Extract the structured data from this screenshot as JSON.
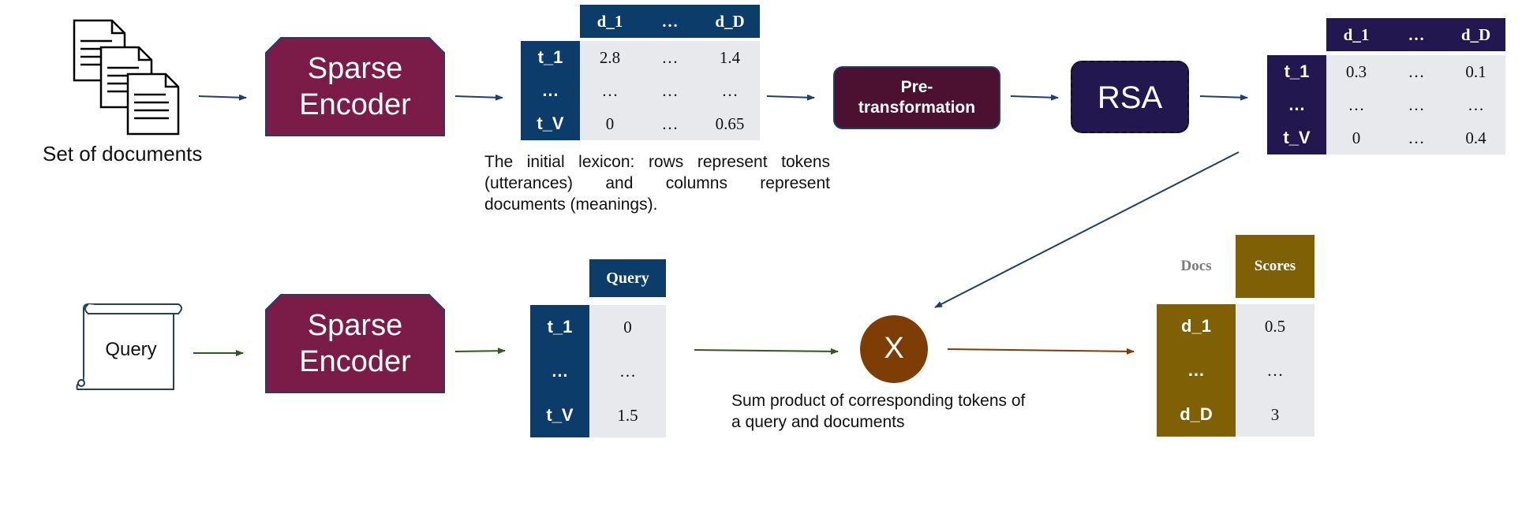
{
  "documents": {
    "label": "Set of documents",
    "icon": "documents-icon"
  },
  "sparse_encoder_top": {
    "label_line1": "Sparse",
    "label_line2": "Encoder"
  },
  "sparse_encoder_bottom": {
    "label_line1": "Sparse",
    "label_line2": "Encoder"
  },
  "lexicon_table": {
    "columns": [
      "d_1",
      "…",
      "d_D"
    ],
    "rows": [
      {
        "token": "t_1",
        "values": [
          "2.8",
          "…",
          "1.4"
        ]
      },
      {
        "token": "…",
        "values": [
          "…",
          "…",
          "…"
        ]
      },
      {
        "token": "t_V",
        "values": [
          "0",
          "…",
          "0.65"
        ]
      }
    ],
    "caption": "The initial lexicon: rows represent tokens (utterances) and columns represent documents (meanings)."
  },
  "pretransformation": {
    "label_line1": "Pre-",
    "label_line2": "transformation"
  },
  "rsa": {
    "label": "RSA"
  },
  "rsa_table": {
    "columns": [
      "d_1",
      "…",
      "d_D"
    ],
    "rows": [
      {
        "token": "t_1",
        "values": [
          "0.3",
          "…",
          "0.1"
        ]
      },
      {
        "token": "…",
        "values": [
          "…",
          "…",
          "…"
        ]
      },
      {
        "token": "t_V",
        "values": [
          "0",
          "…",
          "0.4"
        ]
      }
    ]
  },
  "query": {
    "label": "Query",
    "icon": "scroll-icon"
  },
  "query_table": {
    "column": "Query",
    "rows": [
      {
        "token": "t_1",
        "value": "0"
      },
      {
        "token": "…",
        "value": "…"
      },
      {
        "token": "t_V",
        "value": "1.5"
      }
    ]
  },
  "product": {
    "symbol": "X",
    "caption_line1": "Sum product of corresponding tokens of",
    "caption_line2": "a query and documents"
  },
  "scores_table": {
    "col_docs": "Docs",
    "col_scores": "Scores",
    "rows": [
      {
        "doc": "d_1",
        "score": "0.5"
      },
      {
        "doc": "…",
        "score": "…"
      },
      {
        "doc": "d_D",
        "score": "3"
      }
    ]
  },
  "colors": {
    "encoder": "#7b1c48",
    "navy": "#0c3d6a",
    "pretransformation": "#4c1130",
    "rsa": "#22174f",
    "gold": "#7f6004",
    "product": "#7f3d06",
    "arrow_top": "#1f3f66",
    "arrow_bottom": "#2f5a1e",
    "arrow_product": "#7f3d06"
  }
}
